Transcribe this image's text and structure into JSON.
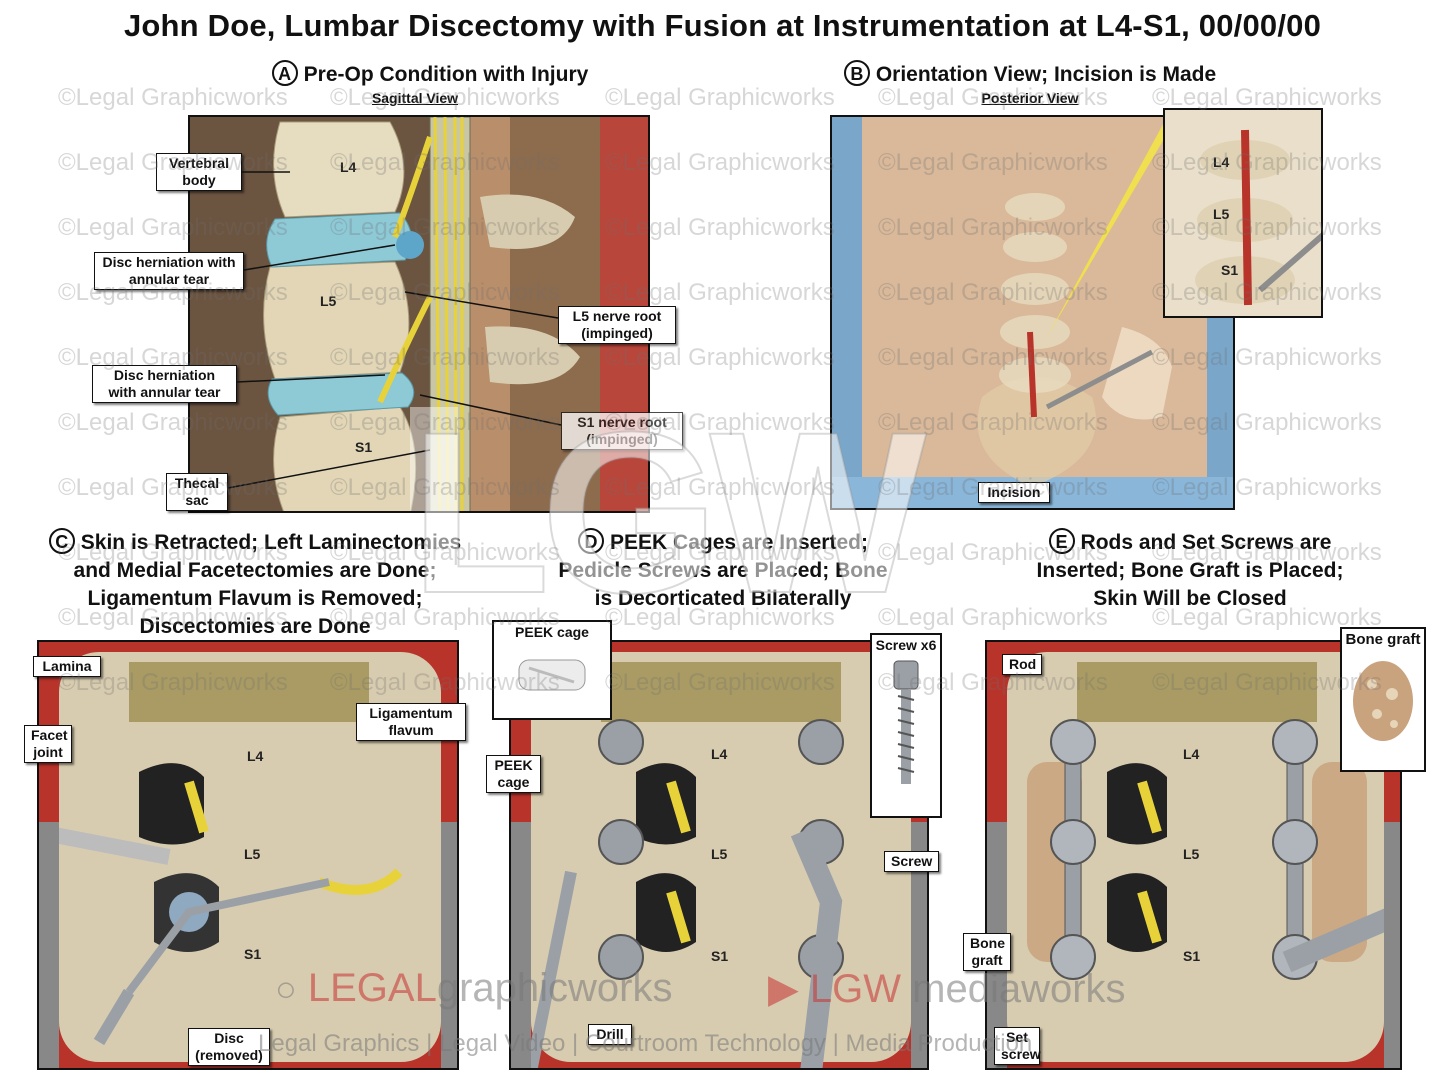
{
  "title": "John Doe, Lumbar Discectomy with Fusion at Instrumentation at L4-S1, 00/00/00",
  "watermark_text": "©Legal Graphicworks",
  "panels": {
    "a": {
      "letter": "A",
      "heading": "Pre-Op Condition with Injury",
      "subheading": "Sagittal View",
      "labels": {
        "vertebral_body": "Vertebral body",
        "disc_herniation_1": "Disc herniation with annular tear",
        "disc_herniation_2": "Disc herniation with annular tear",
        "l5_nerve_root": "L5 nerve root (impinged)",
        "s1_nerve_root": "S1 nerve root (impinged)",
        "thecal_sac": "Thecal sac"
      },
      "levels": {
        "l4": "L4",
        "l5": "L5",
        "s1": "S1"
      }
    },
    "b": {
      "letter": "B",
      "heading": "Orientation View; Incision is Made",
      "subheading": "Posterior View",
      "labels": {
        "incision": "Incision"
      },
      "levels": {
        "l4": "L4",
        "l5": "L5",
        "s1": "S1"
      }
    },
    "c": {
      "letter": "C",
      "heading_line1": "Skin is Retracted; Left Laminectomies",
      "heading_line2": "and Medial Facetectomies are Done;",
      "heading_line3": "Ligamentum Flavum is Removed;",
      "heading_line4": "Discectomies are Done",
      "labels": {
        "lamina": "Lamina",
        "facet_joint": "Facet joint",
        "ligamentum_flavum": "Ligamentum flavum",
        "disc_removed": "Disc (removed)"
      },
      "levels": {
        "l4": "L4",
        "l5": "L5",
        "s1": "S1"
      }
    },
    "d": {
      "letter": "D",
      "heading_line1": "PEEK Cages are Inserted;",
      "heading_line2": "Pedicle Screws are Placed; Bone",
      "heading_line3": "is Decorticated Bilaterally",
      "labels": {
        "peek_cage_inset": "PEEK cage",
        "peek_cage": "PEEK cage",
        "screw_x6": "Screw x6",
        "screw": "Screw",
        "drill": "Drill"
      },
      "levels": {
        "l4": "L4",
        "l5": "L5",
        "s1": "S1"
      }
    },
    "e": {
      "letter": "E",
      "heading_line1": "Rods and Set Screws are",
      "heading_line2": "Inserted; Bone Graft is Placed;",
      "heading_line3": "Skin Will be Closed",
      "labels": {
        "rod": "Rod",
        "bone_graft_inset": "Bone graft",
        "bone_graft": "Bone graft",
        "set_screw": "Set screw"
      },
      "levels": {
        "l4": "L4",
        "l5": "L5",
        "s1": "S1"
      }
    }
  },
  "footer": {
    "logo_legal": "LEGAL",
    "logo_graphicworks": "graphicworks",
    "logo_lgw": "LGW",
    "logo_mediaworks": "mediaworks",
    "tagline": "Legal Graphics | Legal Video | Courtroom Technology | Media Production",
    "big_mark": "LGW"
  },
  "colors": {
    "bone": "#e6dcc0",
    "disc": "#8ec9d6",
    "nerve": "#e8d23a",
    "tissue_red": "#b8332a",
    "skin": "#d9b99a",
    "metal": "#9aa0a6"
  }
}
